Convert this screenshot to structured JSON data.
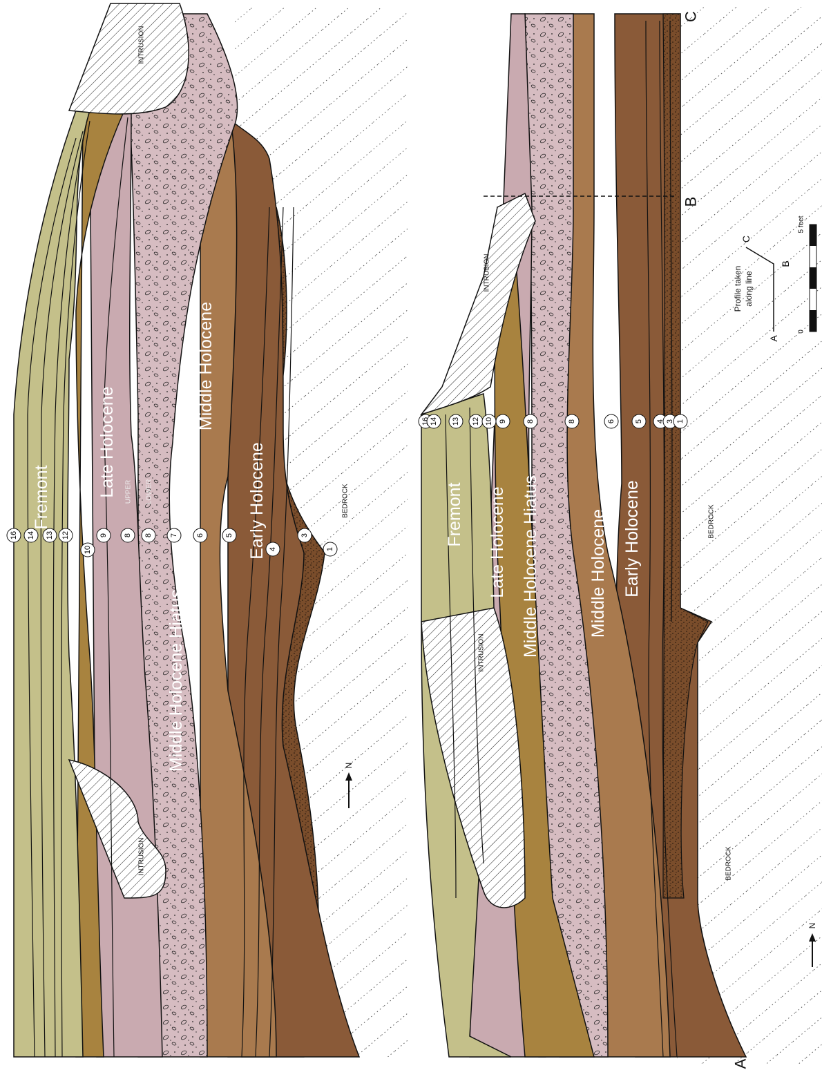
{
  "units": {
    "fremont": "Fremont",
    "late": "Late Holocene",
    "hiatus": "Middle Holocene Hiatus",
    "middle": "Middle Holocene",
    "early": "Early Holocene"
  },
  "words": {
    "bedrock": "BEDROCK",
    "intrusion": "INTRUSION",
    "upper": "UPPER",
    "lower": "LOWER",
    "north": "N"
  },
  "profile1": {
    "strata_numbers": [
      "16",
      "14",
      "13",
      "12",
      "10",
      "9",
      "8",
      "8",
      "7",
      "6",
      "5",
      "4",
      "3",
      "1"
    ]
  },
  "profile2": {
    "strata_numbers": [
      "16",
      "14",
      "13",
      "12",
      "10",
      "9",
      "8",
      "8",
      "6",
      "5",
      "4",
      "3",
      "1"
    ],
    "points": [
      "A",
      "B",
      "C"
    ]
  },
  "key": {
    "profile_line_1": "Profile taken",
    "profile_line_2": "along line",
    "a": "A",
    "b": "B",
    "c": "C",
    "scale_zero": "0",
    "scale_max": "5 feet"
  },
  "colors": {
    "fremont": "#c4c08a",
    "late": "#a8833f",
    "hiatus": "#c9aab0",
    "hiatus_gravel": "#d6bcc1",
    "middle": "#a97a4e",
    "early": "#8a5a38",
    "basal": "#6e4526"
  }
}
